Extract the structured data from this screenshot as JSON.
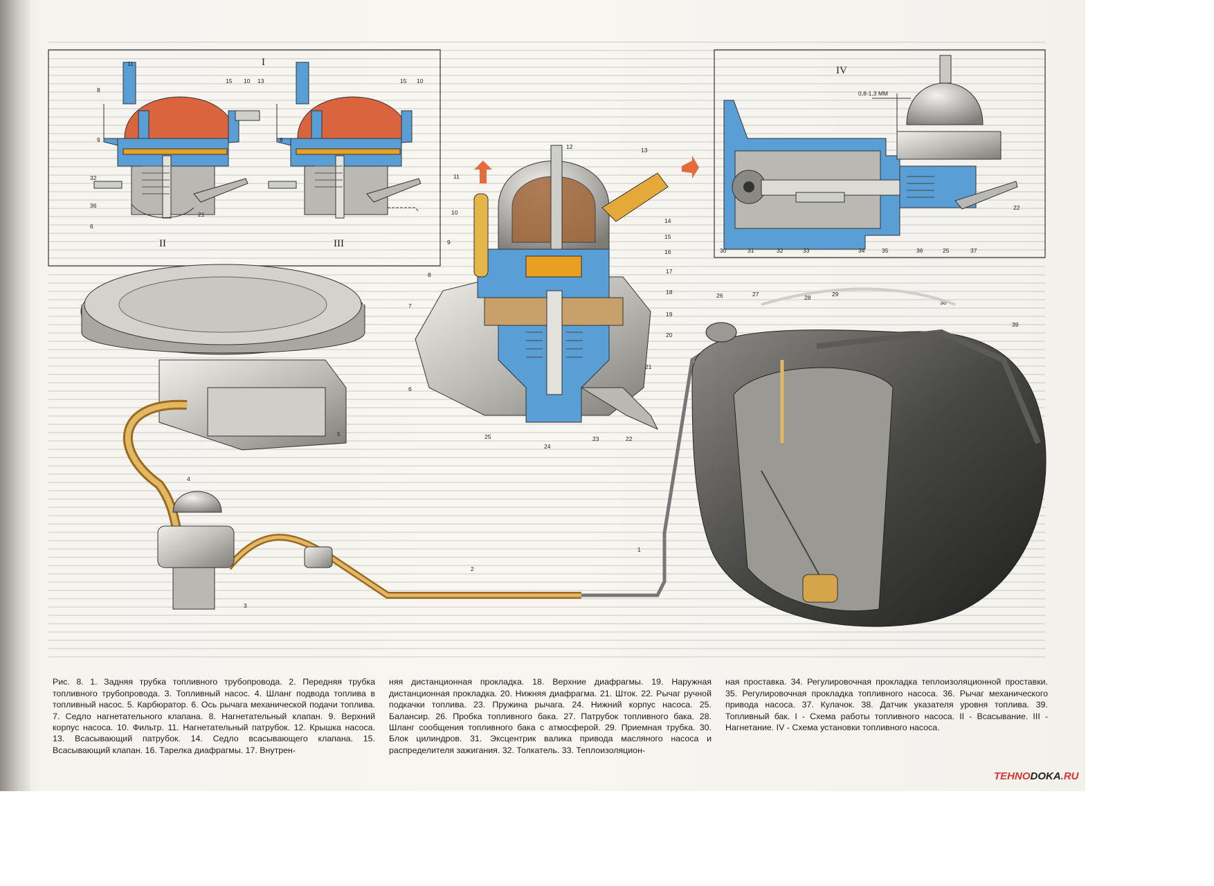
{
  "figure": {
    "scheme_labels": {
      "I": "I",
      "II": "II",
      "III": "III",
      "IV": "IV"
    },
    "gap_dimension": "0,8-1,3 ММ",
    "callouts": {
      "inset_I_II": [
        "11",
        "8",
        "15",
        "10",
        "13",
        "9",
        "32",
        "36",
        "6",
        "21"
      ],
      "inset_III": [
        "15",
        "10",
        "8"
      ],
      "pump": [
        "11",
        "12",
        "13",
        "10",
        "9",
        "8",
        "7",
        "14",
        "15",
        "16",
        "17",
        "18",
        "19",
        "20",
        "21",
        "6",
        "25",
        "24",
        "23",
        "22"
      ],
      "inset_IV": [
        "30",
        "31",
        "32",
        "33",
        "34",
        "35",
        "36",
        "25",
        "37",
        "22"
      ],
      "system": [
        "5",
        "4",
        "3",
        "2",
        "1",
        "26",
        "27",
        "28",
        "29",
        "38",
        "39"
      ]
    }
  },
  "caption": {
    "col1": "Рис. 8. 1. Задняя трубка топливного трубопровода. 2. Передняя трубка топливного трубопровода. 3. Топливный насос. 4. Шланг подвода топлива в топливный насос. 5. Карбюратор. 6. Ось рычага механической подачи топлива. 7. Седло нагнетательного клапана. 8. Нагнетательный клапан. 9. Верхний корпус насоса. 10. Фильтр. 11. Нагнетательный патрубок. 12. Крышка насоса. 13. Всасывающий патрубок. 14. Седло всасывающего клапана. 15. Всасывающий клапан. 16. Тарелка диафрагмы. 17. Внутрен-",
    "col2": "няя дистанционная прокладка. 18. Верхние диафрагмы. 19. Наружная дистанционная прокладка. 20. Нижняя диафрагма. 21. Шток. 22. Рычаг ручной подкачки топлива. 23. Пружина рычага. 24. Нижний корпус насоса. 25. Балансир. 26. Пробка топливного бака. 27. Патрубок топливного бака. 28. Шланг сообщения топливного бака с атмосферой. 29. Приемная трубка. 30. Блок цилиндров. 31. Эксцентрик валика привода масляного насоса и распределителя зажигания. 32. Толкатель. 33. Теплоизоляцион-",
    "col3": "ная проставка. 34. Регулировочная прокладка теплоизоляционной проставки. 35. Регулировочная прокладка топливного насоса. 36. Рычаг механического привода насоса. 37. Кулачок. 38. Датчик указателя уровня топлива. 39. Топливный бак. I - Схема работы топливного насоса. II - Всасывание. III - Нагнетание. IV - Схема установки топливного насоса."
  },
  "watermark": {
    "red1": "TEHNO",
    "black": "DOKA",
    "red2": ".RU"
  },
  "colors": {
    "fuel": "#d9643d",
    "body_cut": "#5a9ed6",
    "metal": "#b9b8b2",
    "tube": "#c9922f",
    "tank": "#3d3d3b",
    "watermark": "#dd3333"
  }
}
